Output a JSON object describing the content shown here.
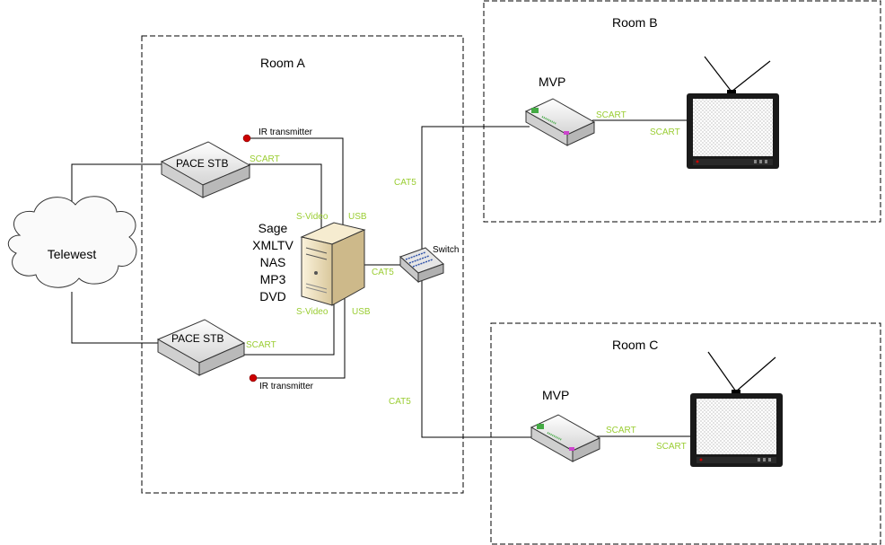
{
  "colors": {
    "connector_label": "#9acd32",
    "line": "#000000",
    "room_border": "#000000",
    "ir_dot": "#cc0000",
    "server_body": "#efe3c4",
    "device_body": "#f4f4f4"
  },
  "rooms": {
    "a": "Room A",
    "b": "Room B",
    "c": "Room C"
  },
  "cloud": {
    "label": "Telewest"
  },
  "stb_top": {
    "label": "PACE STB",
    "scart": "SCART"
  },
  "stb_bottom": {
    "label": "PACE STB",
    "scart": "SCART"
  },
  "ir_top": {
    "label": "IR transmitter"
  },
  "ir_bottom": {
    "label": "IR transmitter"
  },
  "server": {
    "lines": [
      "Sage",
      "XMLTV",
      "NAS",
      "MP3",
      "DVD"
    ],
    "svideo_top": "S-Video",
    "usb_top": "USB",
    "svideo_bottom": "S-Video",
    "usb_bottom": "USB",
    "cat5": "CAT5"
  },
  "switch": {
    "label": "Switch"
  },
  "cables": {
    "cat5_top": "CAT5",
    "cat5_bottom": "CAT5"
  },
  "mvp_b": {
    "label": "MVP",
    "scart": "SCART"
  },
  "tv_b": {
    "scart": "SCART"
  },
  "mvp_c": {
    "label": "MVP",
    "scart": "SCART"
  },
  "tv_c": {
    "scart": "SCART"
  }
}
